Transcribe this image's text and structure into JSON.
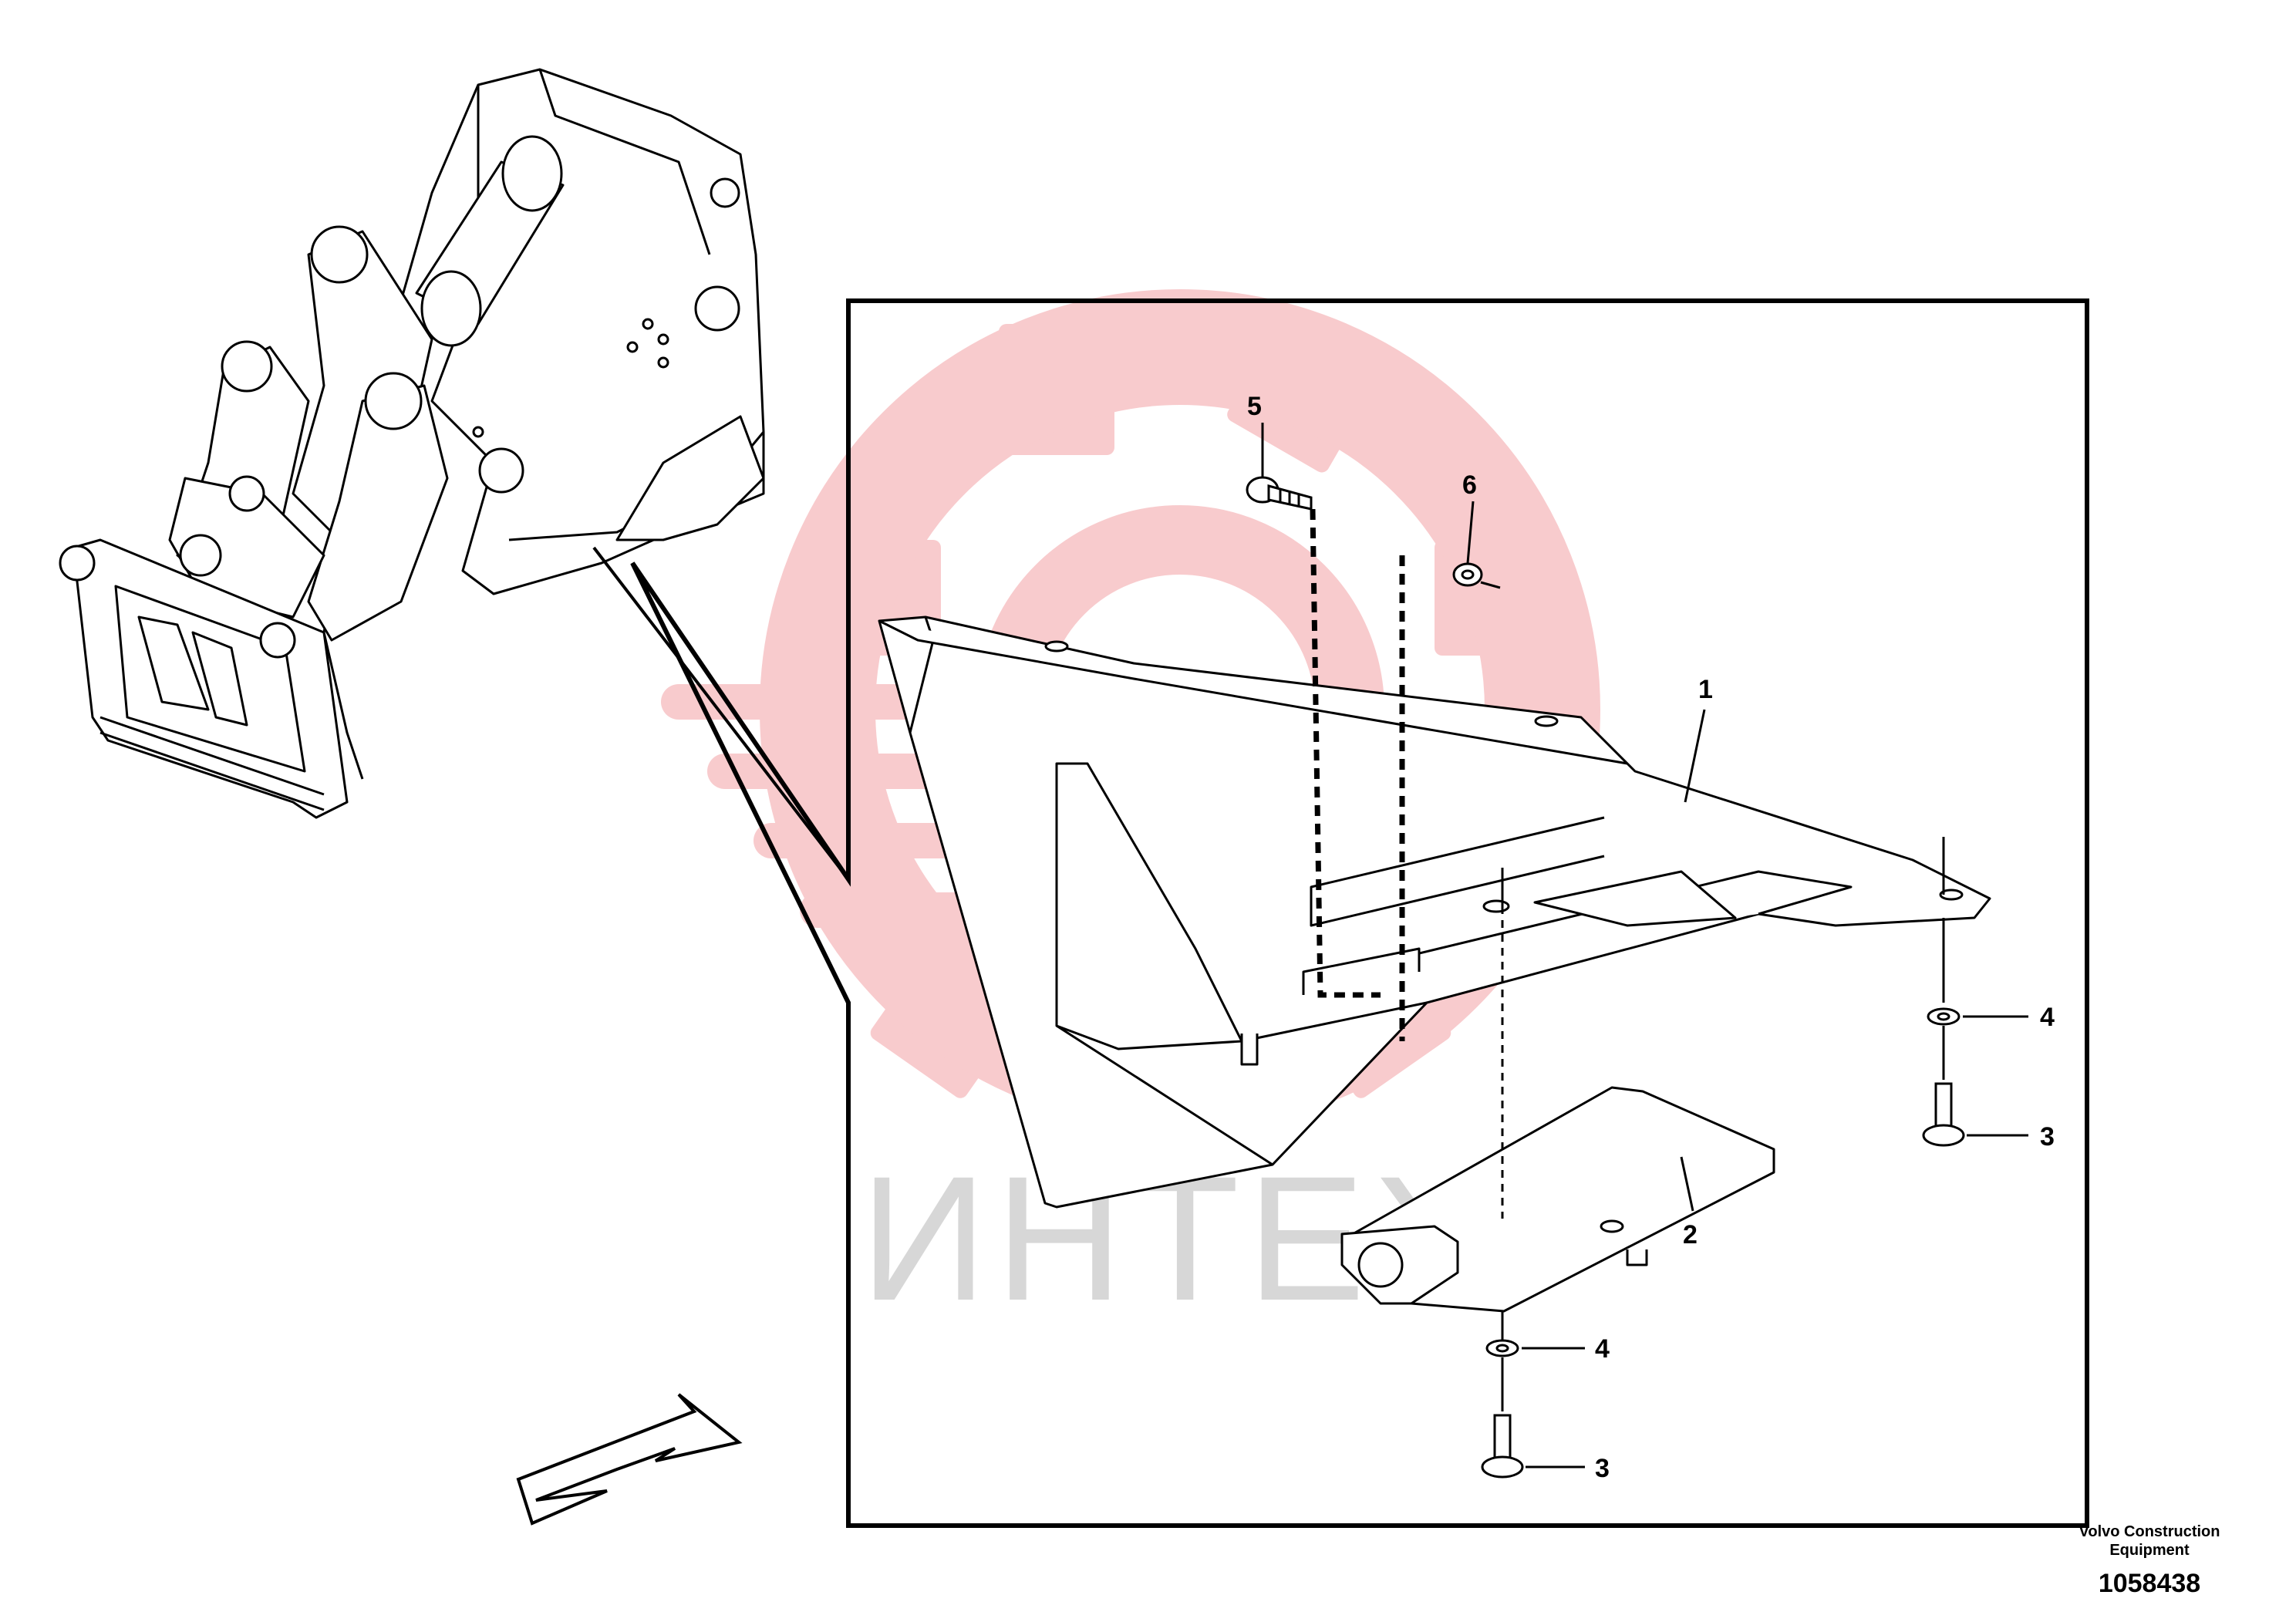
{
  "watermark": {
    "text": "ИНТЕХ",
    "color": "#f2a8aa"
  },
  "callouts": [
    {
      "id": "1",
      "label": "1"
    },
    {
      "id": "2",
      "label": "2"
    },
    {
      "id": "3a",
      "label": "3"
    },
    {
      "id": "3b",
      "label": "3"
    },
    {
      "id": "4a",
      "label": "4"
    },
    {
      "id": "4b",
      "label": "4"
    },
    {
      "id": "5",
      "label": "5"
    },
    {
      "id": "6",
      "label": "6"
    }
  ],
  "footer": {
    "manufacturer": "Volvo Construction Equipment",
    "drawing_number": "1058438"
  },
  "icons": {
    "direction_arrow": "arrow-down-left-icon"
  }
}
